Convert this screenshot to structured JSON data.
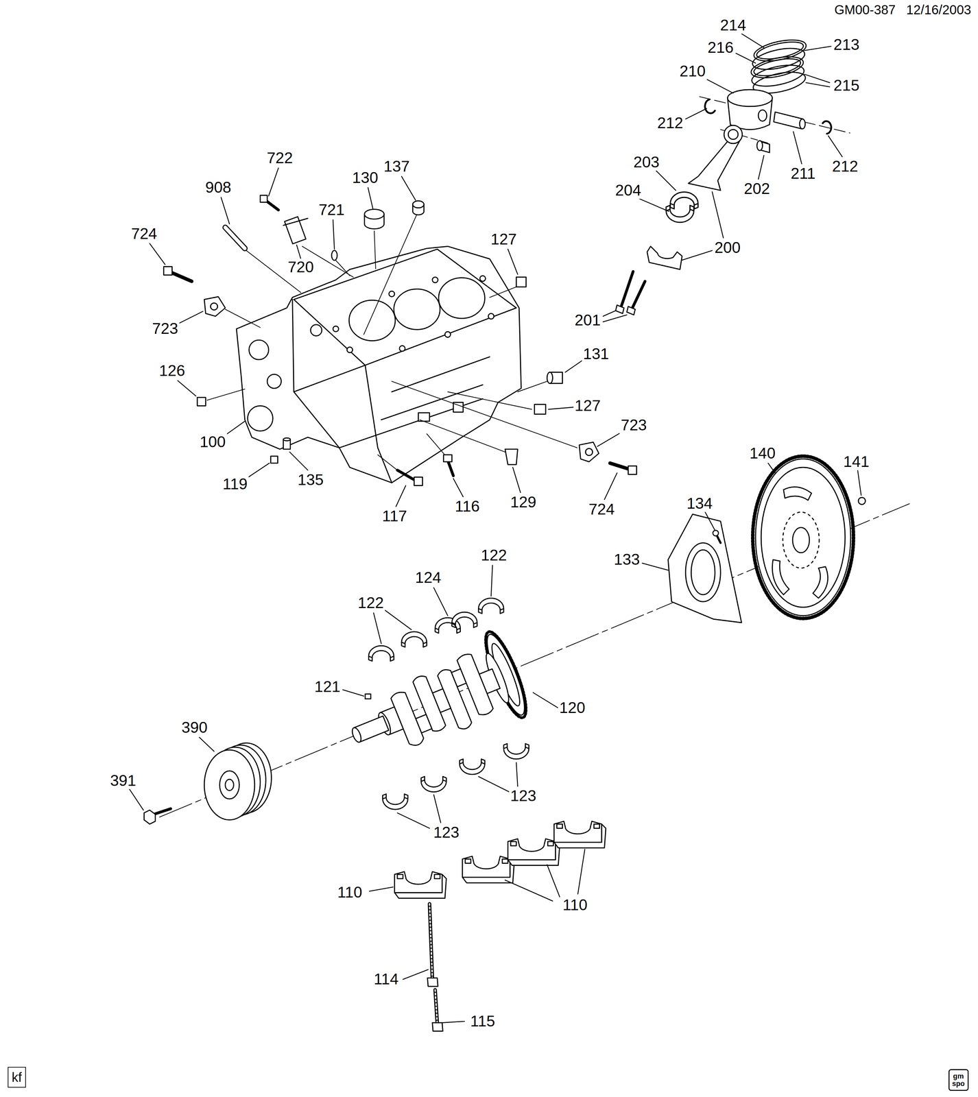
{
  "diagram": {
    "nodes": [
      {
        "text": [
          "kf"
        ]
      },
      {
        "text": [
          "gm",
          "spo"
        ]
      }
    ],
    "labels": [
      "GM00-387",
      "12/16/2003",
      "214",
      "213",
      "216",
      "210",
      "215",
      "212",
      "212",
      "211",
      "203",
      "204",
      "202",
      "200",
      "201",
      "722",
      "908",
      "130",
      "137",
      "721",
      "724",
      "720",
      "127",
      "723",
      "126",
      "131",
      "127",
      "723",
      "100",
      "119",
      "135",
      "117",
      "116",
      "129",
      "724",
      "140",
      "141",
      "134",
      "133",
      "122",
      "124",
      "122",
      "121",
      "120",
      "390",
      "391",
      "123",
      "123",
      "110",
      "110",
      "114",
      "115"
    ]
  }
}
